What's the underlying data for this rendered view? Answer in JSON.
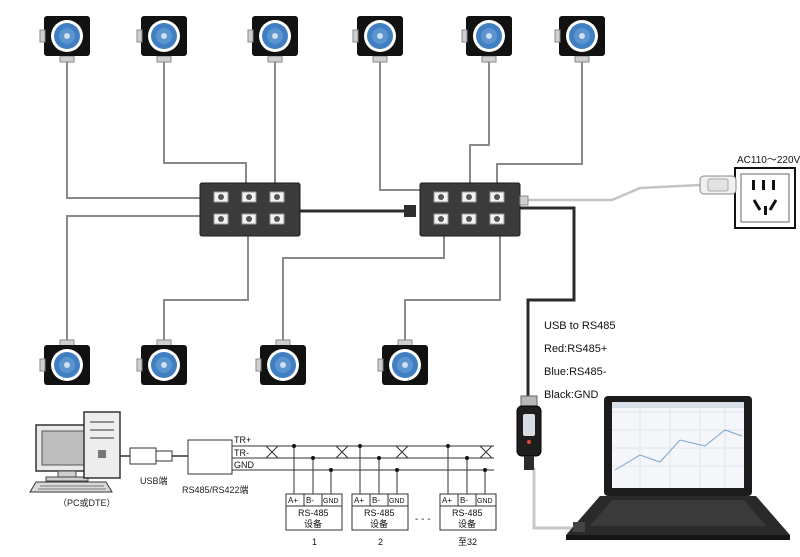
{
  "power": {
    "label": "AC110～220V"
  },
  "converter_legend": {
    "title": "USB to RS485",
    "red": "Red:RS485+",
    "blue": "Blue:RS485-",
    "black": "Black:GND"
  },
  "bus": {
    "lines": [
      "TR+",
      "TR-",
      "GND"
    ],
    "usb_label": "USB端",
    "converter_label": "RS485/RS422端",
    "pc_label": "（PC或DTE）",
    "device": {
      "pin_a": "A+",
      "pin_b": "B-",
      "pin_gnd": "GND",
      "protocol": "RS-485",
      "name": "设备"
    },
    "device_numbers": [
      "1",
      "2",
      "至32"
    ],
    "ellipsis": "- - -"
  },
  "colors": {
    "wire": "#8a8a8a",
    "hub_body": "#3b3b3b",
    "sensor_blue": "#3f7fc2",
    "sensor_body": "#111111",
    "usb_cable": "#2b2b2b",
    "screen_grid": "#dfe6ee"
  },
  "icons": {
    "sensor": "ultrasonic-sensor-icon",
    "hub": "junction-box-icon",
    "socket": "power-socket-icon",
    "adapter": "power-adapter-icon",
    "dongle": "usb-rs485-converter-icon",
    "laptop": "laptop-icon",
    "pc": "desktop-pc-icon"
  }
}
